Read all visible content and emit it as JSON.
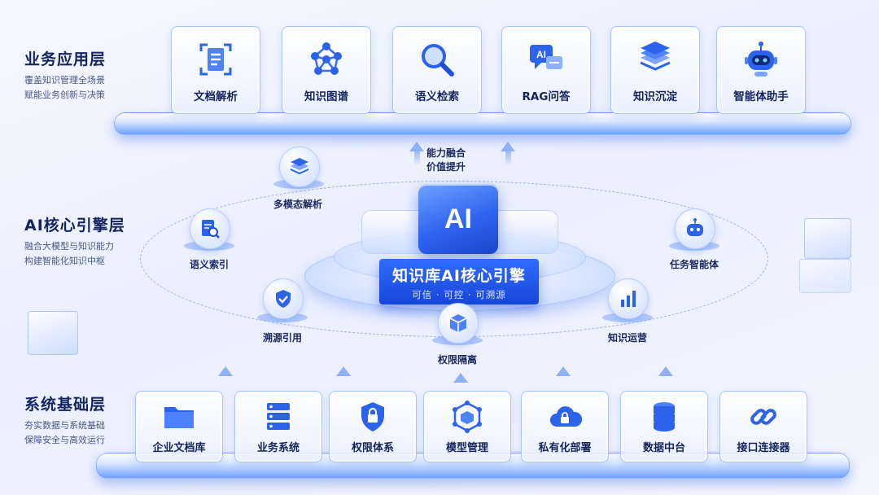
{
  "top_layer": {
    "title": "业务应用层",
    "desc_line1": "覆盖知识管理全场景",
    "desc_line2": "赋能业务创新与决策",
    "cards": [
      {
        "label": "文档解析",
        "icon": "document-scan-icon"
      },
      {
        "label": "知识图谱",
        "icon": "knowledge-graph-icon"
      },
      {
        "label": "语义检索",
        "icon": "magnifier-icon"
      },
      {
        "label": "RAG问答",
        "icon": "chat-bubble-ai-icon"
      },
      {
        "label": "知识沉淀",
        "icon": "stacked-layers-icon"
      },
      {
        "label": "智能体助手",
        "icon": "robot-icon"
      }
    ]
  },
  "fusion_label": {
    "line1": "能力融合",
    "line2": "价值提升"
  },
  "middle_layer": {
    "title": "AI核心引擎层",
    "desc_line1": "融合大模型与知识能力",
    "desc_line2": "构建智能化知识中枢",
    "core": {
      "badge": "AI",
      "title": "知识库AI核心引擎",
      "subtitle": "可信 · 可控 · 可溯源"
    },
    "nodes": [
      {
        "label": "多模态解析",
        "icon": "layers-icon"
      },
      {
        "label": "语义索引",
        "icon": "document-search-icon"
      },
      {
        "label": "溯源引用",
        "icon": "shield-check-icon"
      },
      {
        "label": "权限隔离",
        "icon": "cube-icon"
      },
      {
        "label": "知识运营",
        "icon": "bar-chart-icon"
      },
      {
        "label": "任务智能体",
        "icon": "robot-icon"
      }
    ]
  },
  "bottom_layer": {
    "title": "系统基础层",
    "desc_line1": "夯实数据与系统基础",
    "desc_line2": "保障安全与高效运行",
    "cards": [
      {
        "label": "企业文档库",
        "icon": "folder-icon"
      },
      {
        "label": "业务系统",
        "icon": "server-icon"
      },
      {
        "label": "权限体系",
        "icon": "shield-lock-icon"
      },
      {
        "label": "模型管理",
        "icon": "cube-network-icon"
      },
      {
        "label": "私有化部署",
        "icon": "cloud-lock-icon"
      },
      {
        "label": "数据中台",
        "icon": "database-icon"
      },
      {
        "label": "接口连接器",
        "icon": "link-icon"
      }
    ]
  },
  "colors": {
    "accent": "#2f6cff",
    "dark_text": "#13245e",
    "platform": "#6ea0ff"
  }
}
